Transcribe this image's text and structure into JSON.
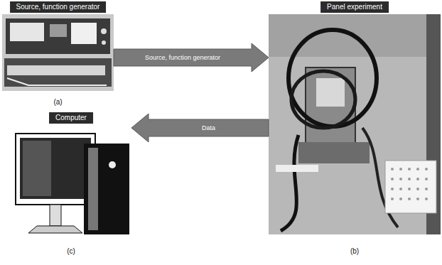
{
  "diagram": {
    "nodes": [
      {
        "text": [
          "Source, function generator",
          "(a)"
        ]
      },
      {
        "text": [
          "Panel experiment",
          "(b)"
        ]
      },
      {
        "text": [
          "Computer",
          "(c)"
        ]
      }
    ],
    "edges": [
      {
        "from": 0,
        "to": 1,
        "arrow": "to",
        "label": "Source, function generator"
      },
      {
        "from": 1,
        "to": 2,
        "arrow": "to",
        "label": "Data"
      }
    ]
  }
}
